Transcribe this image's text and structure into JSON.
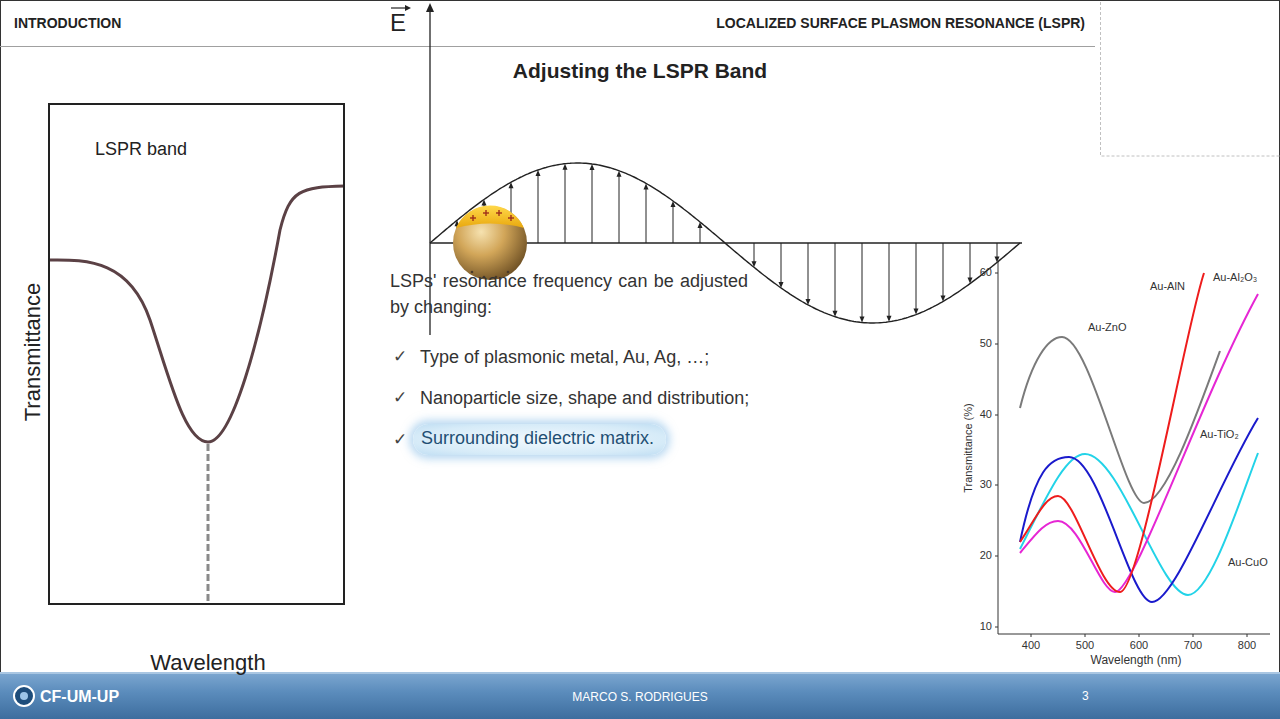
{
  "diagram": {
    "title": "Adjusting the LSPR Band",
    "nodes": [
      {
        "text": [
          "LSPR band"
        ]
      },
      {
        "text": [
          "Surrounding dielectric matrix."
        ]
      },
      {
        "text": [
          "CF-UM-UP",
          "MARCO S. RODRIGUES",
          "3"
        ]
      }
    ],
    "labels": [
      "INTRODUCTION",
      "LOCALIZED SURFACE PLASMON RESONANCE (LSPR)",
      "Transmittance",
      "Wavelength",
      "E",
      "LSPs' resonance frequency can be adjusted by changing:",
      "✓",
      "Type of plasmonic metal, Au, Ag, …;",
      "✓",
      "Nanoparticle size, shape and distribution;",
      "✓",
      "60",
      "50",
      "40",
      "30",
      "20",
      "10",
      "400",
      "500",
      "600",
      "700",
      "800",
      "Transmittance (%)",
      "Wavelength (nm)",
      "Au-AlN",
      "Au-Al₂O₃",
      "Au-ZnO",
      "Au-TiO₂",
      "Au-CuO"
    ]
  }
}
